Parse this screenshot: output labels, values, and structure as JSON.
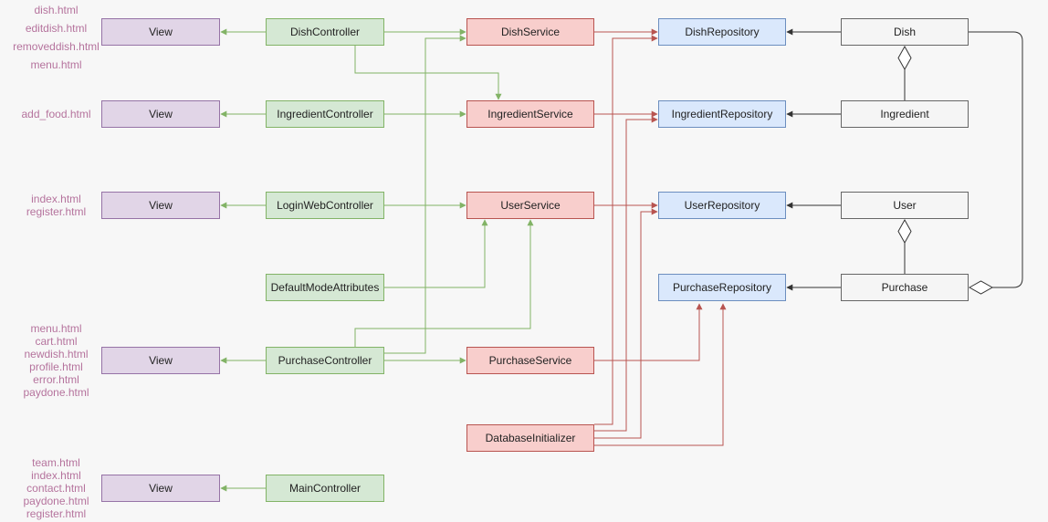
{
  "colors": {
    "green": "#82b366",
    "red": "#b85450",
    "dark": "#333333",
    "pink_text": "#b5739d"
  },
  "views": {
    "dish": "View",
    "ingredient": "View",
    "login": "View",
    "purchase": "View",
    "main": "View"
  },
  "controllers": {
    "dish": "DishController",
    "ingredient": "IngredientController",
    "login": "LoginWebController",
    "default_attrs": "DefaultModeAttributes",
    "purchase": "PurchaseController",
    "main": "MainController"
  },
  "services": {
    "dish": "DishService",
    "ingredient": "IngredientService",
    "user": "UserService",
    "purchase": "PurchaseService",
    "db_init": "DatabaseInitializer"
  },
  "repositories": {
    "dish": "DishRepository",
    "ingredient": "IngredientRepository",
    "user": "UserRepository",
    "purchase": "PurchaseRepository"
  },
  "entities": {
    "dish": "Dish",
    "ingredient": "Ingredient",
    "user": "User",
    "purchase": "Purchase"
  },
  "templates": {
    "dish": [
      "dish.html",
      "editdish.html",
      "removeddish.html",
      "menu.html"
    ],
    "ingredient": [
      "add_food.html"
    ],
    "login": [
      "index.html",
      "register.html"
    ],
    "purchase": [
      "menu.html",
      "cart.html",
      "newdish.html",
      "profile.html",
      "error.html",
      "paydone.html"
    ],
    "main": [
      "team.html",
      "index.html",
      "contact.html",
      "paydone.html",
      "register.html"
    ]
  }
}
